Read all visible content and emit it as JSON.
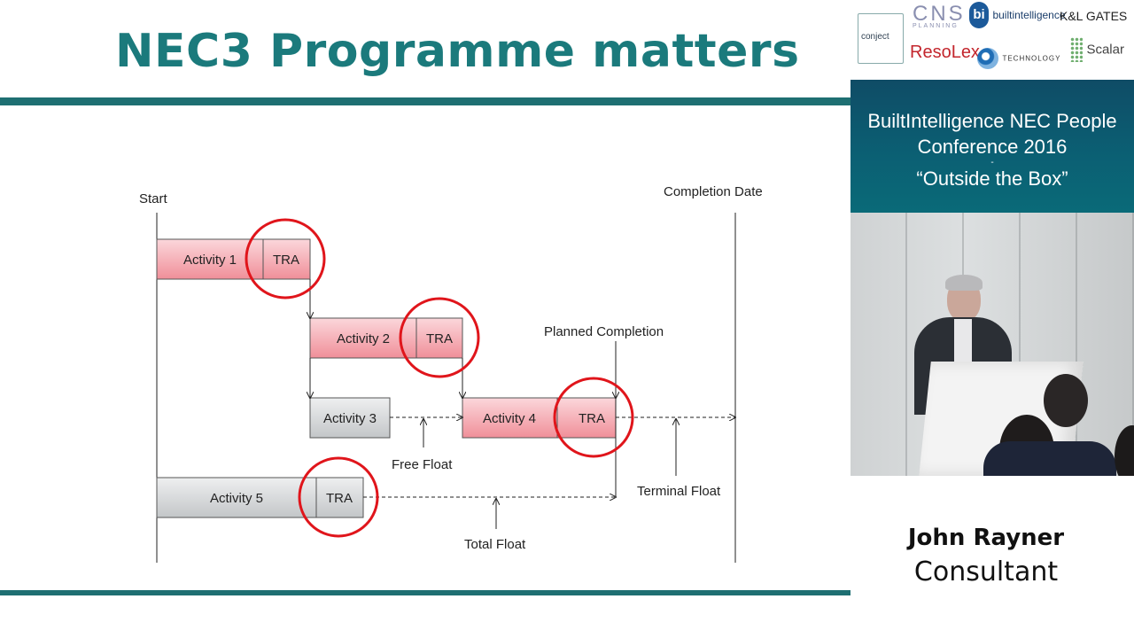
{
  "slide": {
    "title": "NEC3 Programme matters"
  },
  "diagram": {
    "labels": {
      "start": "Start",
      "completion_date": "Completion Date",
      "planned_completion": "Planned Completion",
      "free_float": "Free Float",
      "terminal_float": "Terminal Float",
      "total_float": "Total Float"
    },
    "activities": [
      {
        "name": "Activity 1",
        "tra": "TRA",
        "status": "critical"
      },
      {
        "name": "Activity 2",
        "tra": "TRA",
        "status": "critical"
      },
      {
        "name": "Activity 3",
        "tra": "",
        "status": "non-critical"
      },
      {
        "name": "Activity 4",
        "tra": "TRA",
        "status": "critical"
      },
      {
        "name": "Activity 5",
        "tra": "TRA",
        "status": "non-critical"
      }
    ],
    "colors": {
      "critical_fill": "#f2a7af",
      "noncritical_fill": "#d4d6d8",
      "highlight_ring": "#e0151b"
    }
  },
  "sponsors": {
    "conject": "conject",
    "cns": "CNS",
    "cns_sub": "PLANNING",
    "bi_mark": "bi",
    "builtintelligence": "builtintelligence",
    "klgates": "K&L GATES",
    "resolex": "ResoLex",
    "technology": "TECHNOLOGY",
    "scalar": "Scalar"
  },
  "conference": {
    "title": "BuiltIntelligence NEC People Conference 2016",
    "dash": "-",
    "subtitle": "“Outside the Box”"
  },
  "presenter": {
    "name": "John Rayner",
    "role": "Consultant"
  }
}
